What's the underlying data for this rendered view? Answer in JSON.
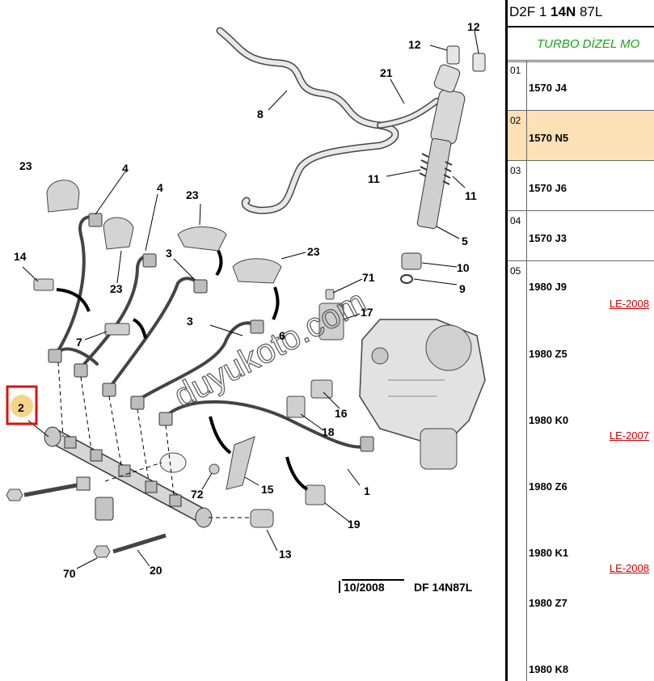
{
  "diagram": {
    "labels": {
      "p1": "1",
      "p2": "2",
      "p3a": "3",
      "p3b": "3",
      "p4a": "4",
      "p4b": "4",
      "p5": "5",
      "p6": "6",
      "p7": "7",
      "p8": "8",
      "p9": "9",
      "p10": "10",
      "p11a": "11",
      "p11b": "11",
      "p12a": "12",
      "p12b": "12",
      "p13": "13",
      "p14": "14",
      "p15": "15",
      "p16": "16",
      "p17": "17",
      "p18": "18",
      "p19": "19",
      "p20": "20",
      "p21": "21",
      "p23a": "23",
      "p23b": "23",
      "p23c": "23",
      "p23d": "23",
      "p70": "70",
      "p71": "71",
      "p72": "72"
    },
    "footer_date": "10/2008",
    "footer_code": "DF 14N87L",
    "watermark": "duyukoto.com",
    "colors": {
      "highlight_box": "#dd1111",
      "callout_fill": "#f5d38a"
    }
  },
  "panel": {
    "title_a": "D2F 1 ",
    "title_b": "14N",
    "title_c": " 87L",
    "subtitle": "TURBO DİZEL MO",
    "rows": [
      {
        "num": "01",
        "code": "1570 J4"
      },
      {
        "num": "02",
        "code": "1570 N5",
        "selected": true
      },
      {
        "num": "03",
        "code": "1570 J6"
      },
      {
        "num": "04",
        "code": "1570 J3"
      },
      {
        "num": "05",
        "codes": [
          "1980 J9",
          "1980 Z5",
          "1980 K0",
          "1980 Z6",
          "1980 K1",
          "1980 Z7",
          "1980 K8"
        ],
        "links": [
          "LE-2008",
          "LE-2007",
          "LE-2008"
        ]
      }
    ],
    "colors": {
      "selected_row": "#fbe1b5",
      "link": "#cc0000",
      "subtitle": "#1aa31a"
    }
  }
}
